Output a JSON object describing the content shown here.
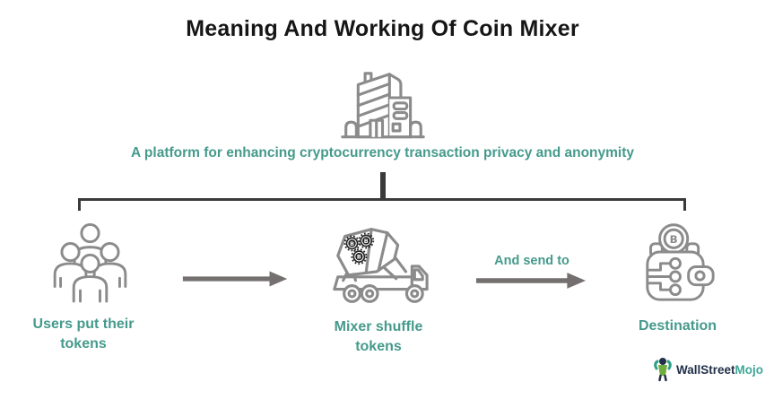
{
  "title": "Meaning And Working Of Coin Mixer",
  "subtitle": "A platform for enhancing cryptocurrency transaction privacy and anonymity",
  "platform_icon": "office-building-icon",
  "flow": {
    "step1": {
      "label": "Users put their tokens",
      "icon": "users-group-icon"
    },
    "step2": {
      "label": "Mixer shuffle tokens",
      "icon": "mixer-truck-icon"
    },
    "step3": {
      "label": "Destination",
      "icon": "bitcoin-wallet-icon"
    },
    "arrow2_label": "And send to"
  },
  "bitcoin_symbol": "B",
  "logo": {
    "text_primary": "WallStreet",
    "text_secondary": "Mojo",
    "icon": "wallstreetmojo-mascot-icon"
  },
  "colors": {
    "accent_teal": "#459A8C",
    "icon_gray": "#8B8B8B",
    "arrow_gray": "#757070",
    "connector_dark": "#3A3A3A",
    "title_black": "#161616",
    "logo_navy": "#22304A",
    "logo_teal": "#3FA796"
  }
}
